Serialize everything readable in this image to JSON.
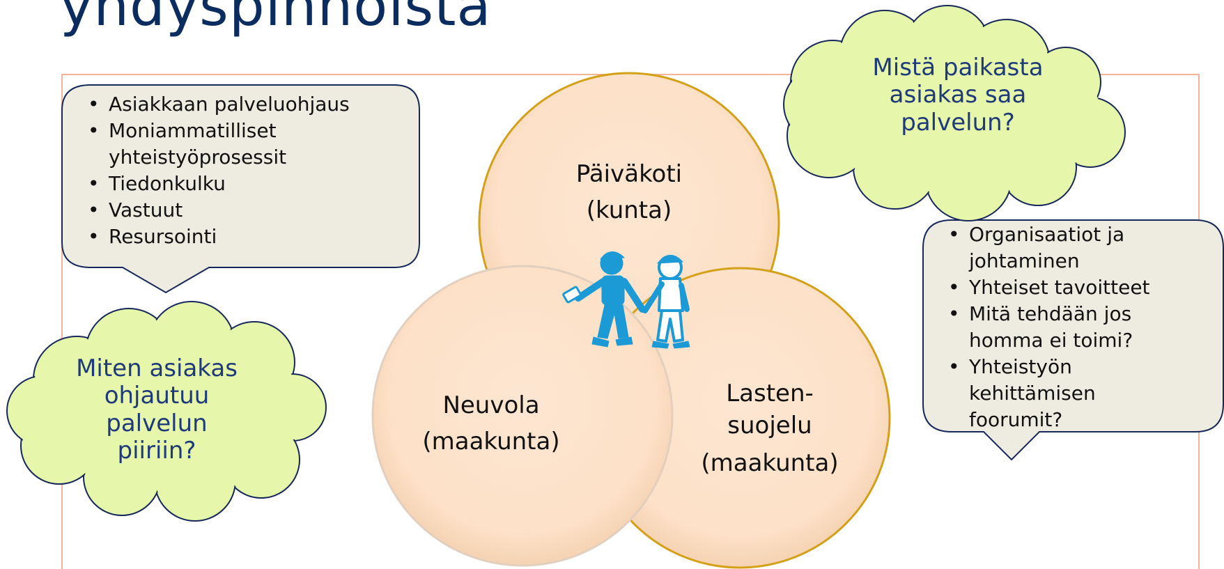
{
  "title": "yhdyspinnoista",
  "circles": {
    "paivakoti": {
      "name": "Päiväkoti",
      "org": "(kunta)"
    },
    "neuvola": {
      "name": "Neuvola",
      "org": "(maakunta)"
    },
    "lastensuojelu": {
      "name_line1": "Lasten-",
      "name_line2": "suojelu",
      "org": "(maakunta)"
    }
  },
  "clouds": {
    "top_right": {
      "lines": [
        "Mistä paikasta",
        "asiakas saa",
        "palvelun?"
      ]
    },
    "left": {
      "lines": [
        "Miten asiakas",
        "ohjautuu",
        "palvelun",
        "piiriin?"
      ]
    }
  },
  "callouts": {
    "top_left": {
      "items": [
        "Asiakkaan palveluohjaus",
        "Moniammatilliset yhteistyöprosessit",
        "Tiedonkulku",
        "Vastuut",
        "Resursointi"
      ]
    },
    "right": {
      "items": [
        "Organisaatiot ja johtaminen",
        "Yhteiset tavoitteet",
        "Mitä tehdään jos homma ei toimi?",
        "Yhteistyön kehittämisen foorumit?"
      ]
    }
  },
  "colors": {
    "title": "#0b2c5f",
    "frame": "#f3b49a",
    "circle_fill": "#fde4cc",
    "circle_stroke": "#d4a017",
    "cloud_fill": "#e6f7ab",
    "cloud_text": "#1f3a78",
    "callout_fill": "#eeebe0",
    "figure": "#1b9ad6"
  },
  "icons": [
    "children-holding-hands-icon"
  ]
}
